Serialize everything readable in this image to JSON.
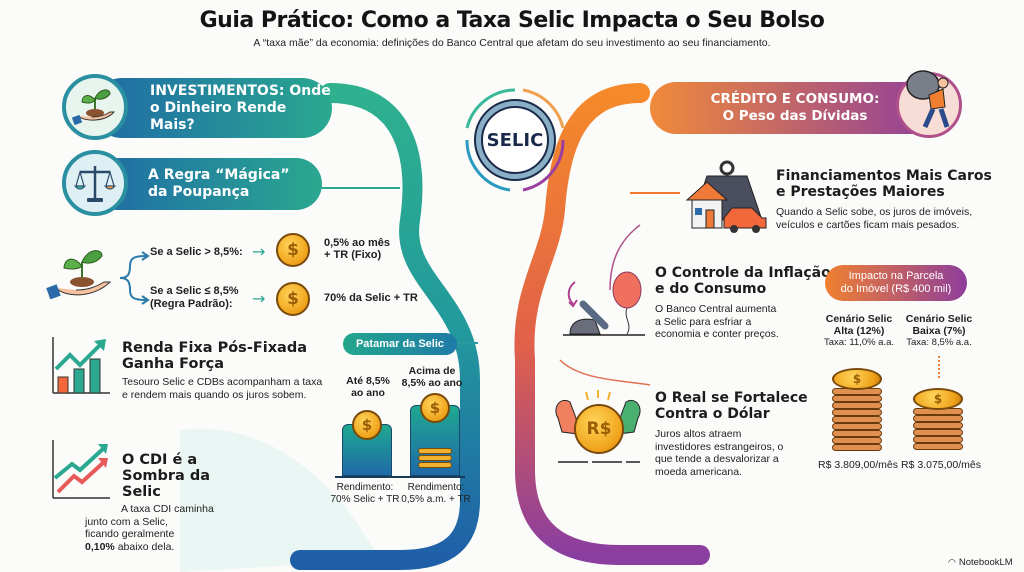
{
  "header": {
    "title": "Guia Prático: Como a Taxa Selic Impacta o Seu Bolso",
    "subtitle": "A “taxa mãe” da economia: definições do Banco Central que afetam do seu investimento ao seu financiamento."
  },
  "center_badge": {
    "label": "SELIC"
  },
  "colors": {
    "teal": "#2aa88f",
    "blue": "#1f6fa8",
    "orange": "#f07a2a",
    "purple": "#8a3e9e",
    "gold": "#f3b02a"
  },
  "left": {
    "header": {
      "line1": "INVESTIMENTOS: Onde",
      "line2": "o Dinheiro Rende Mais?",
      "icon": "plant-in-hand-icon"
    },
    "poupanca": {
      "line1": "A Regra “Mágica”",
      "line2": "da Poupança",
      "icon": "scale-balance-icon"
    },
    "rules": [
      {
        "condition": "Se a Selic > 8,5%:",
        "result_line1": "0,5% ao mês",
        "result_line2": "+ TR (Fixo)"
      },
      {
        "condition_line1": "Se a Selic ≤ 8,5%",
        "condition_line2": "(Regra Padrão):",
        "result": "70% da Selic + TR"
      }
    ],
    "renda_fixa": {
      "title_line1": "Renda Fixa Pós-Fixada",
      "title_line2": "Ganha Força",
      "text_line1": "Tesouro Selic e CDBs acompanham a taxa",
      "text_line2": "e rendem mais quando os juros sobem.",
      "icon": "growth-chart-icon"
    },
    "cdi": {
      "title_line1": "O CDI é a",
      "title_line2": "Sombra da",
      "title_line3": "Selic",
      "text_line1": "A taxa CDI caminha",
      "text_line2": "junto com a Selic,",
      "text_line3": "ficando geralmente",
      "text_bold": "0,10%",
      "text_end": " abaixo dela.",
      "icon": "twin-trend-lines-icon"
    },
    "patamar": {
      "label": "Patamar da Selic",
      "col1": {
        "top_line1": "Até 8,5%",
        "top_line2": "ao ano",
        "bottom_line1": "Rendimento:",
        "bottom_line2": "70% Selic + TR"
      },
      "col2": {
        "top_line1": "Acima de",
        "top_line2": "8,5% ao ano",
        "bottom_line1": "Rendimento:",
        "bottom_line2": "0,5% a.m. + TR"
      }
    }
  },
  "right": {
    "header": {
      "line1": "CRÉDITO E CONSUMO:",
      "line2": "O Peso das Dívidas",
      "icon": "person-carrying-weight-icon"
    },
    "financiamentos": {
      "title_line1": "Financiamentos Mais Caros",
      "title_line2": "e Prestações Maiores",
      "text_line1": "Quando a Selic sobe, os juros de imóveis,",
      "text_line2": "veículos e cartões ficam mais pesados.",
      "icon": "weight-house-car-icon"
    },
    "inflacao": {
      "title_line1": "O Controle da Inflação",
      "title_line2": "e do Consumo",
      "text_line1": "O Banco Central aumenta",
      "text_line2": "a Selic para esfriar a",
      "text_line3": "economia e conter preços.",
      "icon": "balloon-lever-icon"
    },
    "real": {
      "title_line1": "O Real se Fortalece",
      "title_line2": "Contra o Dólar",
      "text_line1": "Juros altos atraem",
      "text_line2": "investidores estrangeiros, o",
      "text_line3": "que tende a desvalorizar a",
      "text_line4": "moeda americana.",
      "coin_label": "R$",
      "icon": "strong-real-coin-icon"
    },
    "impacto": {
      "label_line1": "Impacto na Parcela",
      "label_line2": "do Imóvel (R$ 400 mil)",
      "scenarios": [
        {
          "title_line1": "Cenário Selic",
          "title_line2": "Alta (12%)",
          "rate": "Taxa: 11,0% a.a.",
          "value": "R$ 3.809,00/mês"
        },
        {
          "title_line1": "Cenário Selic",
          "title_line2": "Baixa (7%)",
          "rate": "Taxa: 8,5% a.a.",
          "value": "R$ 3.075,00/mês"
        }
      ]
    }
  },
  "footer": {
    "brand": "NotebookLM"
  }
}
